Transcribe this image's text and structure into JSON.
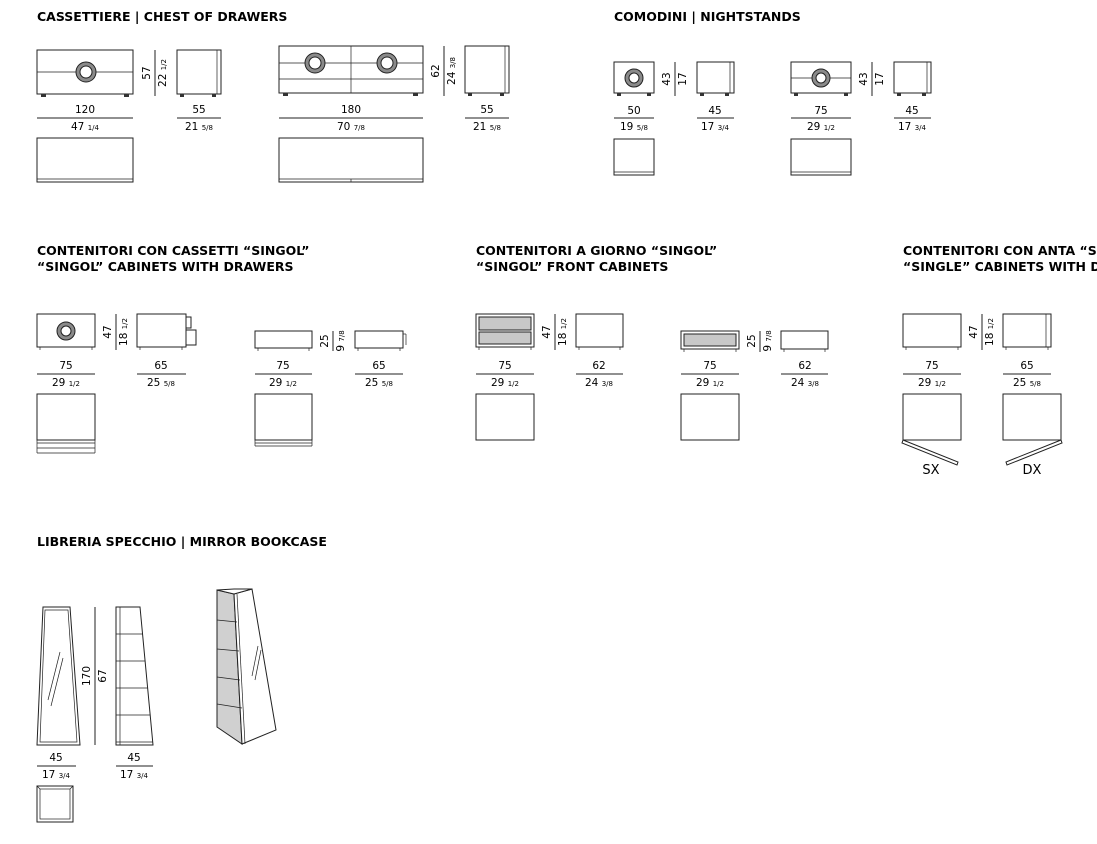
{
  "sections": {
    "chest": {
      "line1": "CASSETTIERE  |  CHEST OF DRAWERS"
    },
    "nightstands": {
      "line1": "COMODINI  |  NIGHTSTANDS"
    },
    "drawers": {
      "line1": "CONTENITORI CON CASSETTI “SINGOL”",
      "line2": "“SINGOL” CABINETS WITH DRAWERS"
    },
    "front": {
      "line1": "CONTENITORI A GIORNO “SINGOL”",
      "line2": "“SINGOL” FRONT CABINETS"
    },
    "door": {
      "line1": "CONTENITORI CON ANTA “SINGOL”",
      "line2": "“SINGLE” CABINETS WITH DOOR"
    },
    "mirror": {
      "line1": "LIBRERIA SPECCHIO  |  MIRROR BOOKCASE"
    }
  },
  "dims": {
    "c1w": "120",
    "c1wi": "47",
    "c1wf": "1/4",
    "c1d": "55",
    "c1di": "21",
    "c1df": "5/8",
    "c1h": "57",
    "c1hi": "22",
    "c1hf": "1/2",
    "c2w": "180",
    "c2wi": "70",
    "c2wf": "7/8",
    "c2d": "55",
    "c2di": "21",
    "c2df": "5/8",
    "c2h": "62",
    "c2hi": "24",
    "c2hf": "3/8",
    "n1w": "50",
    "n1wi": "19",
    "n1wf": "5/8",
    "n1d": "45",
    "n1di": "17",
    "n1df": "3/4",
    "n1h": "43",
    "n1hi": "17",
    "n2w": "75",
    "n2wi": "29",
    "n2wf": "1/2",
    "n2d": "45",
    "n2di": "17",
    "n2df": "3/4",
    "n2h": "43",
    "n2hi": "17",
    "d1w": "75",
    "d1wi": "29",
    "d1wf": "1/2",
    "d1d": "65",
    "d1di": "25",
    "d1df": "5/8",
    "d1h": "47",
    "d1hi": "18",
    "d1hf": "1/2",
    "d2w": "75",
    "d2wi": "29",
    "d2wf": "1/2",
    "d2d": "65",
    "d2di": "25",
    "d2df": "5/8",
    "d2h": "25",
    "d2hi": "9",
    "d2hf": "7/8",
    "f1w": "75",
    "f1wi": "29",
    "f1wf": "1/2",
    "f1d": "62",
    "f1di": "24",
    "f1df": "3/8",
    "f1h": "47",
    "f1hi": "18",
    "f1hf": "1/2",
    "f2w": "75",
    "f2wi": "29",
    "f2wf": "1/2",
    "f2d": "62",
    "f2di": "24",
    "f2df": "3/8",
    "f2h": "25",
    "f2hi": "9",
    "f2hf": "7/8",
    "a1w": "75",
    "a1wi": "29",
    "a1wf": "1/2",
    "a1d": "65",
    "a1di": "25",
    "a1df": "5/8",
    "a1h": "47",
    "a1hi": "18",
    "a1hf": "1/2",
    "m1w": "45",
    "m1wi": "17",
    "m1wf": "3/4",
    "m1d": "45",
    "m1di": "17",
    "m1df": "3/4",
    "m1h": "170",
    "m1hi": "67"
  },
  "labels": {
    "sx": "SX",
    "dx": "DX"
  }
}
